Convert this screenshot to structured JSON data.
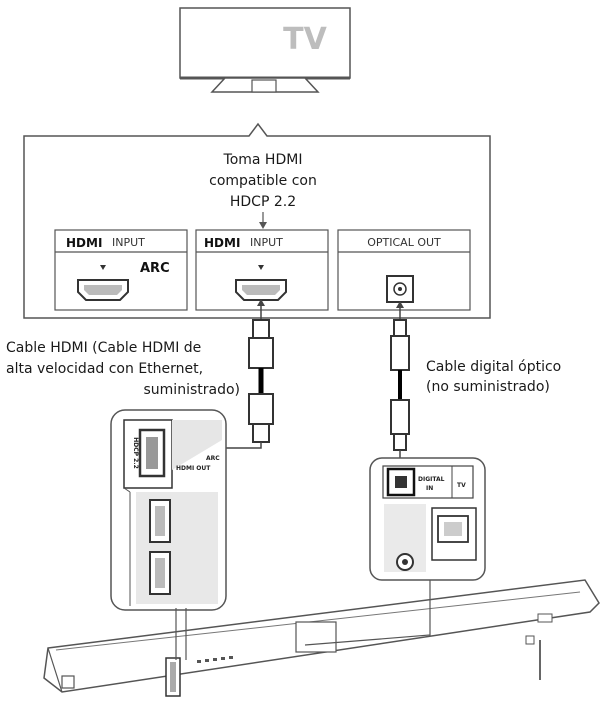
{
  "tv": {
    "label": "TV"
  },
  "tv_panel": {
    "hdcp_note": [
      "Toma HDMI",
      "compatible con",
      "HDCP 2.2"
    ],
    "ports": [
      {
        "logo": "HDMI",
        "label": "INPUT",
        "sub": "ARC"
      },
      {
        "logo": "HDMI",
        "label": "INPUT",
        "sub": ""
      },
      {
        "logo": "",
        "label": "OPTICAL OUT",
        "sub": ""
      }
    ]
  },
  "cables": {
    "hdmi": [
      "Cable HDMI (Cable HDMI de",
      "alta velocidad con Ethernet,",
      "suministrado)"
    ],
    "optical": [
      "Cable digital óptico",
      "(no suministrado)"
    ]
  },
  "soundbar": {
    "hdmi_out": {
      "vertical": "HDCP 2.2",
      "arc": "ARC",
      "label": "HDMI OUT"
    },
    "digital_in": {
      "label1": "DIGITAL",
      "label2": "IN",
      "tv": "TV"
    }
  }
}
